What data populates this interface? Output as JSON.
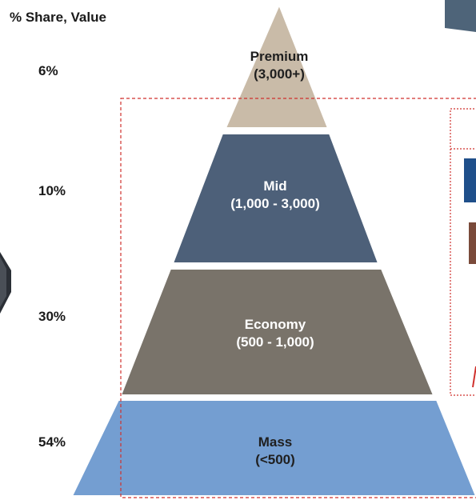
{
  "header": {
    "title": "% Share, Value"
  },
  "tiers": [
    {
      "id": "premium",
      "name": "Premium",
      "range": "(3,000+)",
      "share": "6%",
      "fill": "#c9bba8",
      "text": "#1f1f1f"
    },
    {
      "id": "mid",
      "name": "Mid",
      "range": "(1,000 - 3,000)",
      "share": "10%",
      "fill": "#4d6079",
      "text": "#ffffff"
    },
    {
      "id": "economy",
      "name": "Economy",
      "range": "(500 - 1,000)",
      "share": "30%",
      "fill": "#79736a",
      "text": "#ffffff"
    },
    {
      "id": "mass",
      "name": "Mass",
      "range": "(<500)",
      "share": "54%",
      "fill": "#749ed1",
      "text": "#1f1f1f"
    }
  ],
  "colors": {
    "highlight_border": "#d0312d",
    "dark_shape": "#2b2f36",
    "blue_tab": "#1f4f8a",
    "brown_tab": "#7a4a3a",
    "slate_box": "#4e6479"
  }
}
